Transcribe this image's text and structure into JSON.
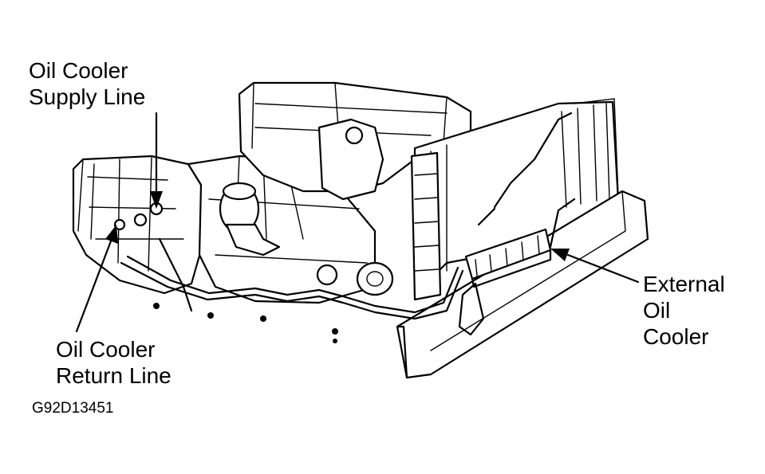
{
  "labels": {
    "supply": [
      "Oil Cooler",
      "Supply Line"
    ],
    "return": [
      "Oil Cooler",
      "Return Line"
    ],
    "external": [
      "External",
      "Oil",
      "Cooler"
    ]
  },
  "figure_id": "G92D13451",
  "colors": {
    "ink": "#000000",
    "paper": "#ffffff"
  }
}
